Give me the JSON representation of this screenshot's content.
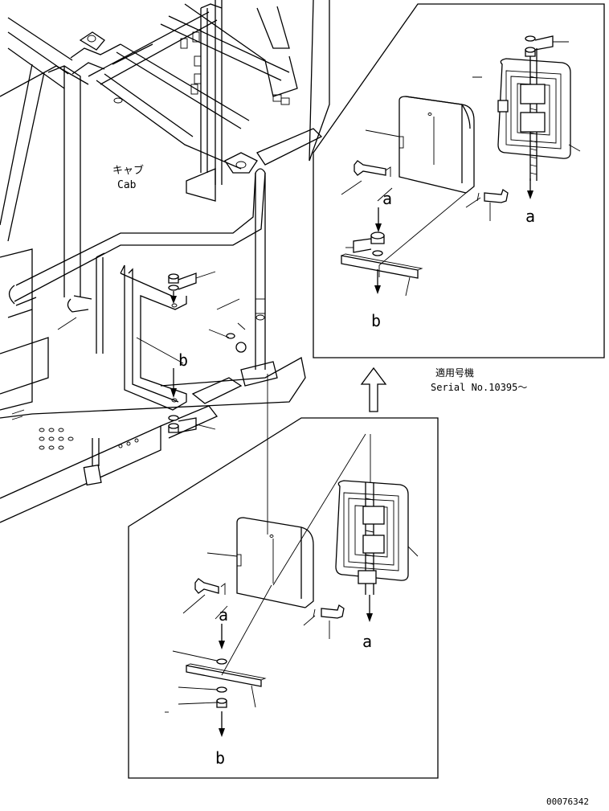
{
  "labels": {
    "cab_jp": "キャブ",
    "cab_en": "Cab",
    "serial_jp": "適用号機",
    "serial_en": "Serial No.10395～",
    "doc_number": "00076342"
  },
  "markers": {
    "a": "a",
    "b": "b"
  }
}
